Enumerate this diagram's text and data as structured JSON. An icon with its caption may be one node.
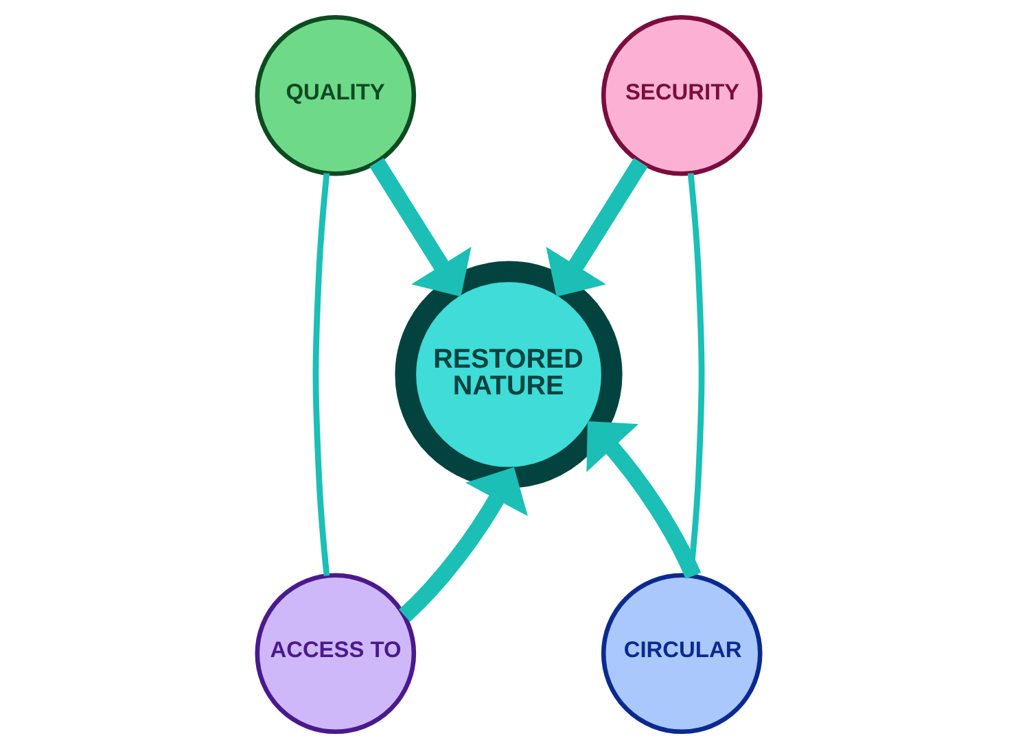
{
  "diagram": {
    "nodes": [
      {
        "text": [
          "QUALITY"
        ]
      },
      {
        "text": [
          "SECURITY"
        ]
      },
      {
        "text": [
          "RESTORED",
          "NATURE"
        ]
      },
      {
        "text": [
          "ACCESS TO"
        ]
      },
      {
        "text": [
          "CIRCULAR"
        ]
      }
    ],
    "edges": [
      {
        "from": 0,
        "to": 2,
        "arrow": "to"
      },
      {
        "from": 1,
        "to": 2,
        "arrow": "to"
      },
      {
        "from": 3,
        "to": 2,
        "arrow": "to"
      },
      {
        "from": 4,
        "to": 2,
        "arrow": "to"
      },
      {
        "from": 0,
        "to": 3,
        "arrow": "none"
      },
      {
        "from": 1,
        "to": 4,
        "arrow": "none"
      }
    ]
  }
}
